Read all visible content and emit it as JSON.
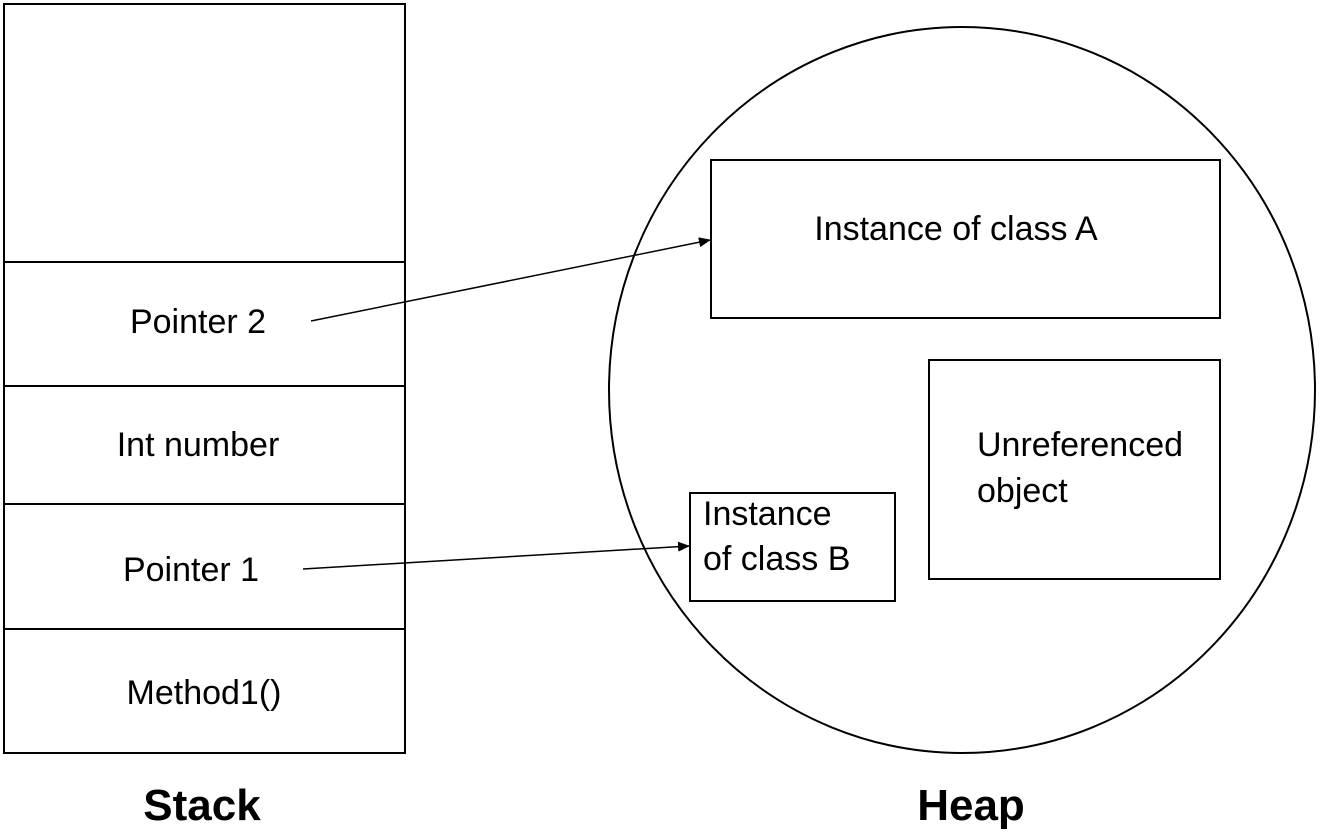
{
  "stack": {
    "caption": "Stack",
    "slots": {
      "empty": "",
      "pointer2": "Pointer 2",
      "int_number": "Int number",
      "pointer1": "Pointer 1",
      "method1": "Method1()"
    }
  },
  "heap": {
    "caption": "Heap",
    "objects": {
      "class_a": "Instance of class A",
      "unreferenced_line1": "Unreferenced",
      "unreferenced_line2": "object",
      "class_b_line1": "Instance",
      "class_b_line2": "of class B"
    }
  },
  "references": [
    {
      "from": "Pointer 2",
      "to": "Instance of class A"
    },
    {
      "from": "Pointer 1",
      "to": "Instance of class B"
    }
  ]
}
